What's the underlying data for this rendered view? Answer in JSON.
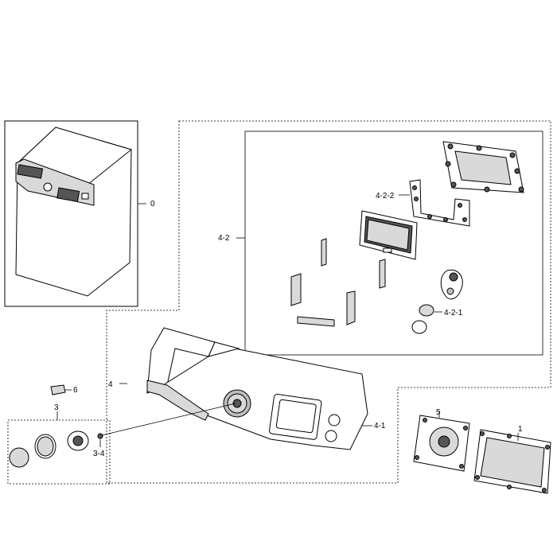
{
  "callouts": {
    "c0": "0",
    "c1": "1",
    "c3": "3",
    "c3_4": "3-4",
    "c4": "4",
    "c4_1": "4-1",
    "c4_2": "4-2",
    "c4_2_1": "4-2-1",
    "c4_2_2": "4-2-2",
    "c5": "5",
    "c6": "6"
  }
}
